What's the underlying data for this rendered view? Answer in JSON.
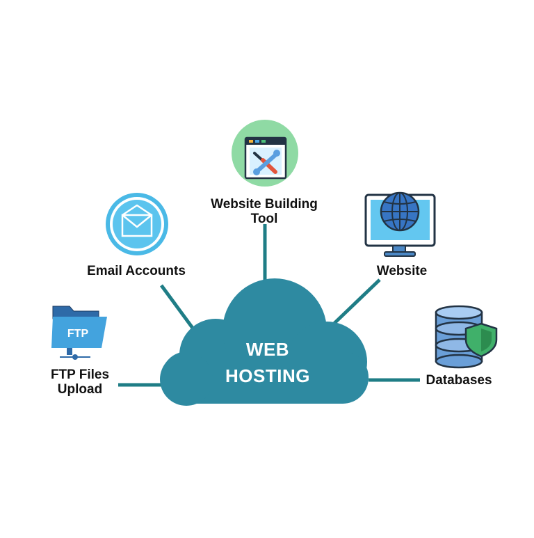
{
  "colors": {
    "connector": "#1f7d86",
    "cloud": "#2e8aa1",
    "cloud_text": "#ffffff",
    "label_text": "#111111"
  },
  "center": {
    "line1": "WEB",
    "line2": "HOSTING"
  },
  "nodes": [
    {
      "id": "website-building-tool",
      "icon": "tools-window-icon",
      "line1": "Website Building",
      "line2": "Tool"
    },
    {
      "id": "email-accounts",
      "icon": "envelope-icon",
      "line1": "Email Accounts"
    },
    {
      "id": "website",
      "icon": "globe-monitor-icon",
      "line1": "Website"
    },
    {
      "id": "databases",
      "icon": "database-shield-icon",
      "line1": "Databases"
    },
    {
      "id": "ftp-files-upload",
      "icon": "ftp-folder-icon",
      "line1": "FTP Files",
      "line2": "Upload",
      "folder_text": "FTP"
    }
  ]
}
